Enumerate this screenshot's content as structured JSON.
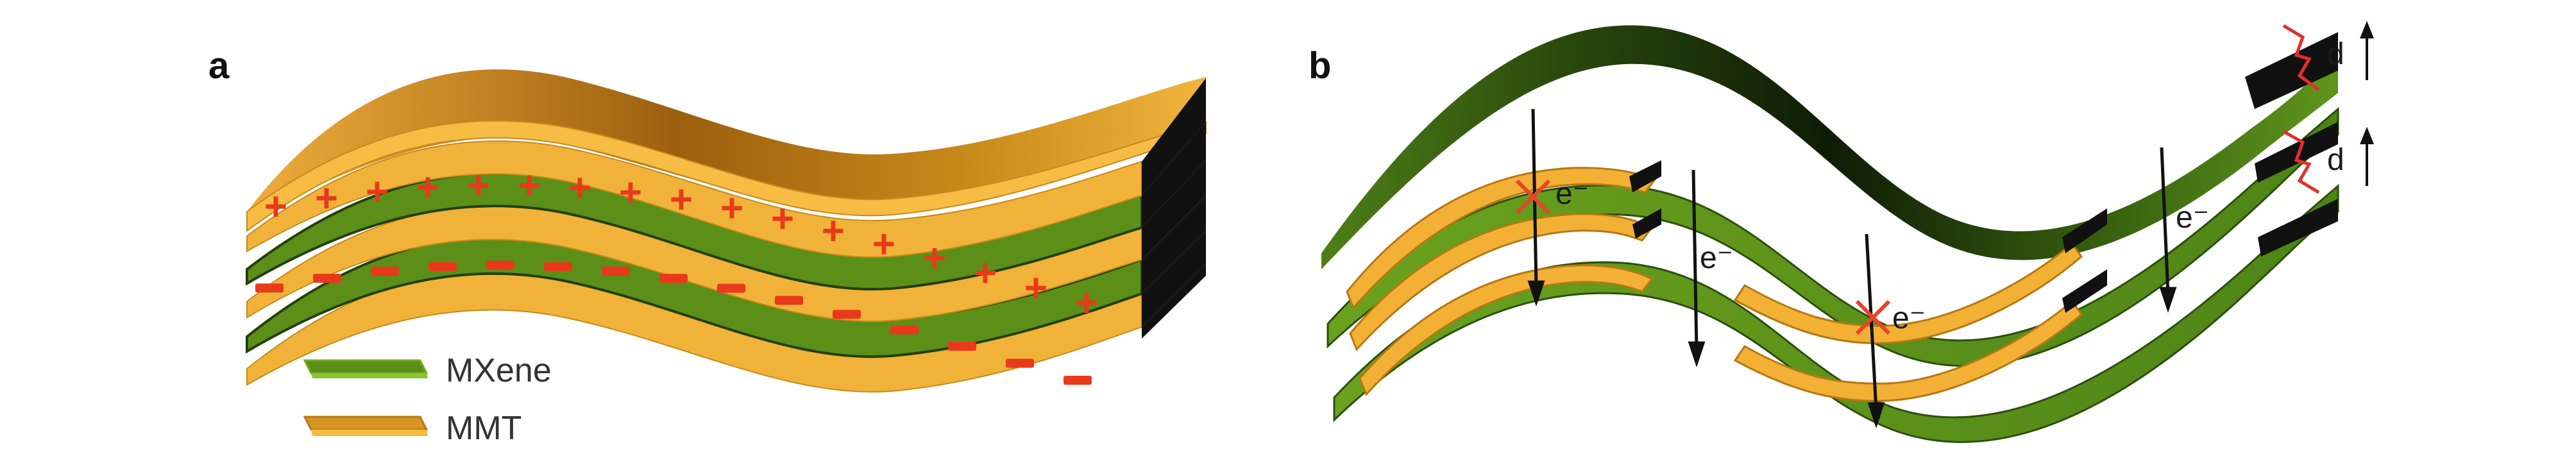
{
  "panels": {
    "a": {
      "label": "a"
    },
    "b": {
      "label": "b"
    }
  },
  "legend": [
    {
      "key": "mxene",
      "label": "MXene",
      "color": "#5c8f18"
    },
    {
      "key": "mmt",
      "label": "MMT",
      "color": "#e8a32c"
    }
  ],
  "charges": {
    "positive": "+",
    "negative": "−",
    "color": "#e83a1a"
  },
  "annotations": {
    "electron": "e⁻",
    "spacing": "d"
  },
  "colors": {
    "mxene_green": "#5c8f18",
    "mxene_dark": "#23400a",
    "mmt_orange": "#f2b135",
    "mmt_dark": "#b77812",
    "edge_black": "#111111",
    "blocked_x": "#e8452c",
    "bracket": "#e52d2d"
  }
}
